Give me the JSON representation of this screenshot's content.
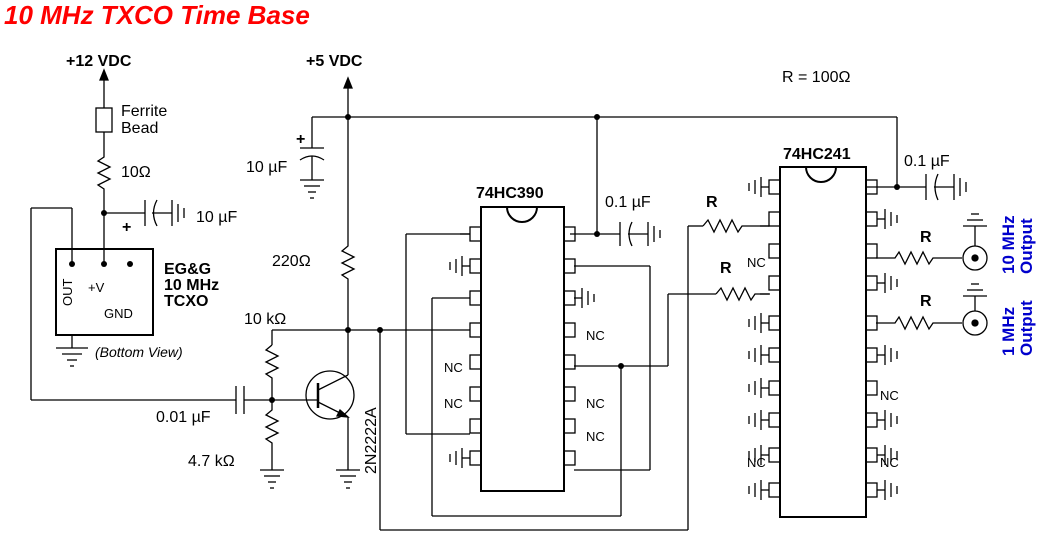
{
  "title": "10 MHz TXCO Time Base",
  "labels": {
    "v12": "+12 VDC",
    "v5": "+5 VDC",
    "r_note": "R = 100Ω",
    "ferrite1": "Ferrite",
    "ferrite2": "Bead",
    "r10": "10Ω",
    "c10uf_a": "10 µF",
    "c10uf_b": "10 µF",
    "plus": "+",
    "osc1": "EG&G",
    "osc2": "10 MHz",
    "osc3": "TCXO",
    "osc_out": "OUT",
    "osc_v": "+V",
    "osc_gnd": "GND",
    "bottom_view": "(Bottom View)",
    "r220": "220Ω",
    "r10k": "10 kΩ",
    "c001": "0.01 µF",
    "r47k": "4.7 kΩ",
    "transistor": "2N2222A",
    "ic1": "74HC390",
    "ic2": "74HC241",
    "c01_a": "0.1 µF",
    "c01_b": "0.1 µF",
    "r": "R",
    "nc": "NC",
    "out1a": "10 MHz",
    "out1b": "Output",
    "out2a": "1 MHz",
    "out2b": "Output"
  }
}
